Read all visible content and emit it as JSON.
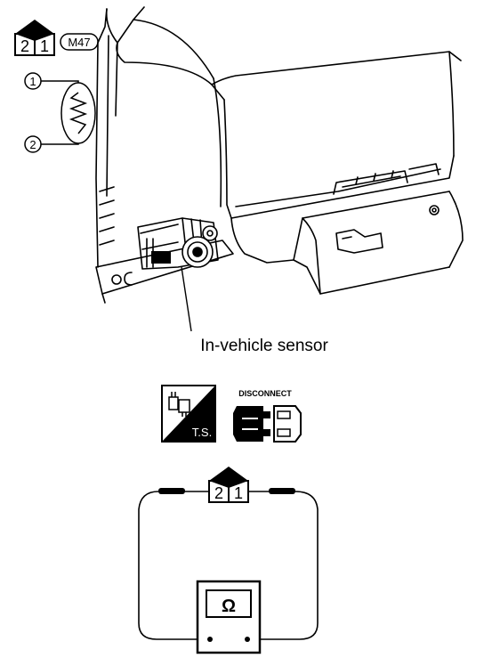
{
  "connector": {
    "terminal_left": "2",
    "terminal_right": "1",
    "code": "M47"
  },
  "sensor_pins": {
    "pin1": "1",
    "pin2": "2"
  },
  "sensor_label": "In-vehicle sensor",
  "test_icons": {
    "ts_label": "T.S.",
    "disconnect_label": "DISCONNECT"
  },
  "circuit": {
    "terminal_left": "2",
    "terminal_right": "1",
    "meter_symbol": "Ω"
  },
  "colors": {
    "ink": "#000000",
    "paper": "#ffffff"
  }
}
